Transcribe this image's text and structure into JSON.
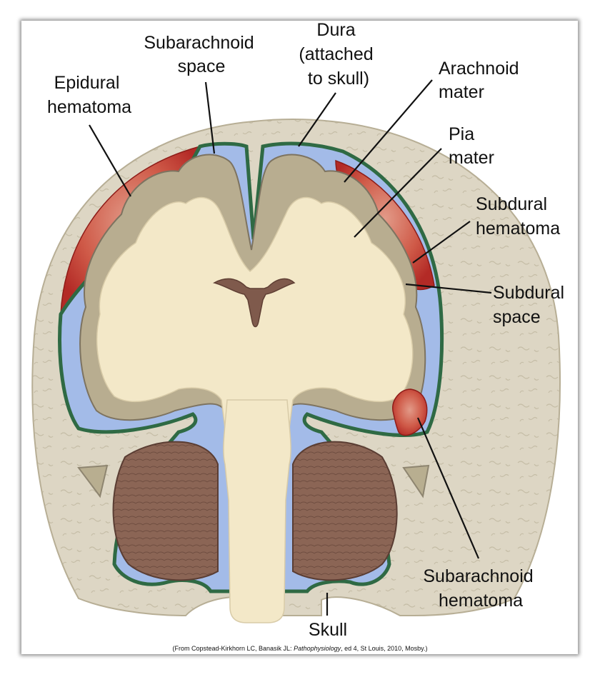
{
  "labels": {
    "subarachnoid_space": [
      "Subarachnoid",
      "space"
    ],
    "dura": [
      "Dura",
      "(attached",
      "to skull)"
    ],
    "epidural_hematoma": [
      "Epidural",
      "hematoma"
    ],
    "arachnoid_mater": [
      "Arachnoid",
      "mater"
    ],
    "pia_mater": [
      "Pia",
      "mater"
    ],
    "subdural_hematoma": [
      "Subdural",
      "hematoma"
    ],
    "subdural_space": [
      "Subdural",
      "space"
    ],
    "subarachnoid_hematoma": [
      "Subarachnoid",
      "hematoma"
    ],
    "skull": "Skull"
  },
  "citation": {
    "prefix": "(From Copstead-Kirkhorn LC, Banasik JL: ",
    "title": "Pathophysiology",
    "suffix": ", ed 4, St Louis, 2010, Mosby.)"
  },
  "colors": {
    "skull": "#ddd6c4",
    "brain": "#f3e8c8",
    "cortex": "#b3a78a",
    "csf": "#9cb2e5",
    "meninges": "#3f7a52",
    "hematoma": "#c23a30",
    "cerebellum": "#8b6555",
    "ventricle": "#7f5a4c"
  }
}
